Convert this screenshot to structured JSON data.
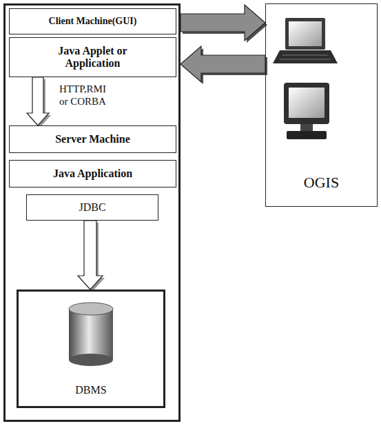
{
  "diagram": {
    "nodes": [
      {
        "text": []
      },
      {
        "text": [
          "Client Machine(GUI)"
        ],
        "in": 0
      },
      {
        "text": [
          "Java Applet or Application"
        ],
        "in": 0
      },
      {
        "text": [
          "Server Machine"
        ],
        "in": 0
      },
      {
        "text": [
          "Java Application"
        ],
        "in": 0
      },
      {
        "text": [
          "JDBC"
        ],
        "in": 0
      },
      {
        "text": [
          "DBMS"
        ],
        "in": 0
      },
      {
        "text": [
          "OGIS"
        ]
      }
    ],
    "edges": [
      {
        "from": 0,
        "to": 7,
        "arrow": "to"
      },
      {
        "from": 7,
        "to": 0,
        "arrow": "to"
      },
      {
        "from": 2,
        "to": 3,
        "label": "HTTP,RMI or CORBA",
        "arrow": "to"
      },
      {
        "from": 5,
        "to": 6,
        "arrow": "to"
      }
    ]
  }
}
